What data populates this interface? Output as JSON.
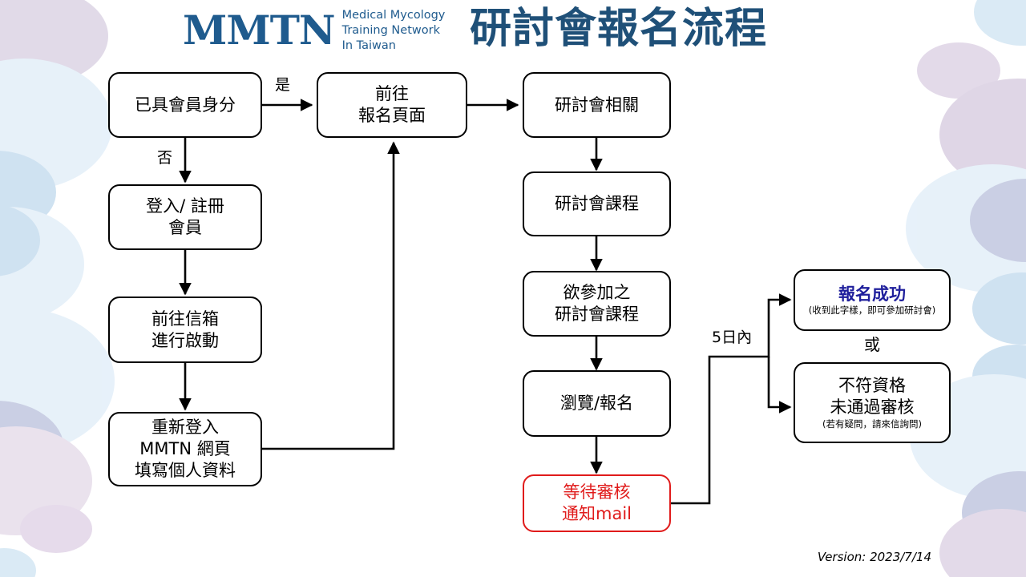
{
  "header": {
    "logo_mark": "MMTN",
    "logo_tagline": "Medical Mycology\nTraining Network\nIn Taiwan",
    "title": "研討會報名流程",
    "brand_color": "#1f5b8e",
    "title_color": "#1f5078"
  },
  "footer": {
    "version": "Version: 2023/7/14"
  },
  "flow": {
    "nodes": [
      {
        "id": "member-status",
        "label": "已具會員身分"
      },
      {
        "id": "login-register",
        "label": "登入/ 註冊\n會員"
      },
      {
        "id": "goto-mailbox",
        "label": "前往信箱\n進行啟動"
      },
      {
        "id": "relogin-profile",
        "label": "重新登入\nMMTN 網頁\n填寫個人資料"
      },
      {
        "id": "goto-signup",
        "label": "前往\n報名頁面"
      },
      {
        "id": "seminar-related",
        "label": "研討會相關"
      },
      {
        "id": "seminar-course",
        "label": "研討會課程"
      },
      {
        "id": "desired-course",
        "label": "欲參加之\n研討會課程"
      },
      {
        "id": "browse-signup",
        "label": "瀏覽/報名"
      },
      {
        "id": "await-review",
        "label": "等待審核\n通知mail"
      }
    ],
    "result_success": {
      "title": "報名成功",
      "note": "(收到此字樣，即可參加研討會)",
      "title_color": "#1f1f9c"
    },
    "result_fail": {
      "title": "不符資格\n未通過審核",
      "note": "(若有疑問，請來信詢問)"
    },
    "labels": {
      "yes": "是",
      "no": "否",
      "within_5_days": "5日內",
      "or": "或"
    },
    "colors": {
      "node_border": "#000000",
      "alert_border": "#e01b1b",
      "alert_text": "#e01b1b"
    }
  }
}
